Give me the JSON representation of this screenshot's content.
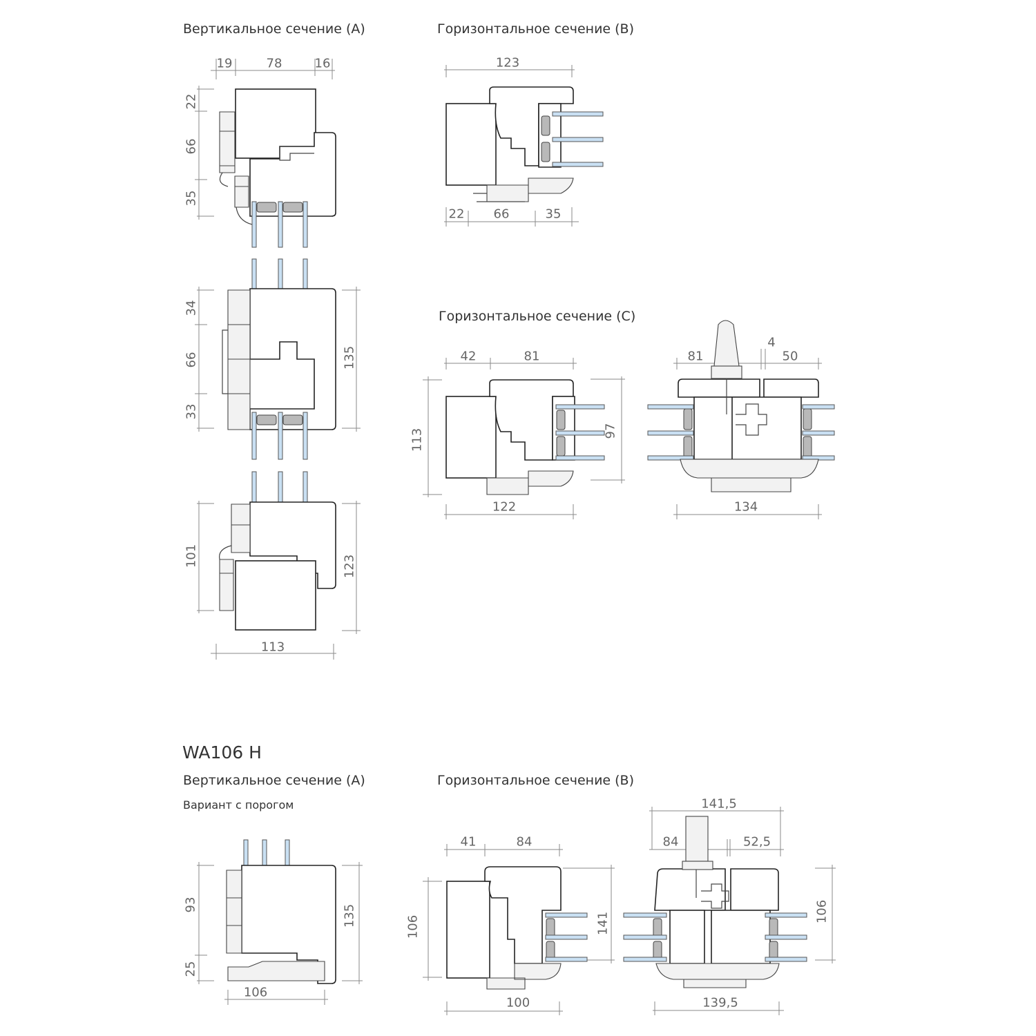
{
  "top": {
    "vertical_a": {
      "title": "Вертикальное сечение (A)",
      "dims": [
        "19",
        "78",
        "16",
        "22",
        "66",
        "35",
        "34",
        "66",
        "33",
        "135",
        "101",
        "123",
        "113"
      ]
    },
    "horizontal_b": {
      "title": "Горизонтальное сечение (B)",
      "dims": [
        "123",
        "22",
        "66",
        "35"
      ]
    },
    "horizontal_c": {
      "title": "Горизонтальное сечение (C)",
      "dims": [
        "42",
        "81",
        "113",
        "97",
        "122",
        "81",
        "4",
        "50",
        "134"
      ]
    }
  },
  "bottom": {
    "model": "WA106 H",
    "vertical_a": {
      "title": "Вертикальное сечение (A)",
      "subtitle": "Вариант с порогом",
      "dims": [
        "93",
        "25",
        "135",
        "106"
      ]
    },
    "horizontal_b": {
      "title": "Горизонтальное сечение (B)",
      "dims": [
        "41",
        "84",
        "106",
        "141",
        "100",
        "141,5",
        "84",
        "52,5",
        "106",
        "139,5"
      ]
    }
  },
  "colors": {
    "glass": "#c9e0f3",
    "spacer": "#b9b9b9",
    "line": "#222222",
    "dimension": "#8a8a8a"
  }
}
